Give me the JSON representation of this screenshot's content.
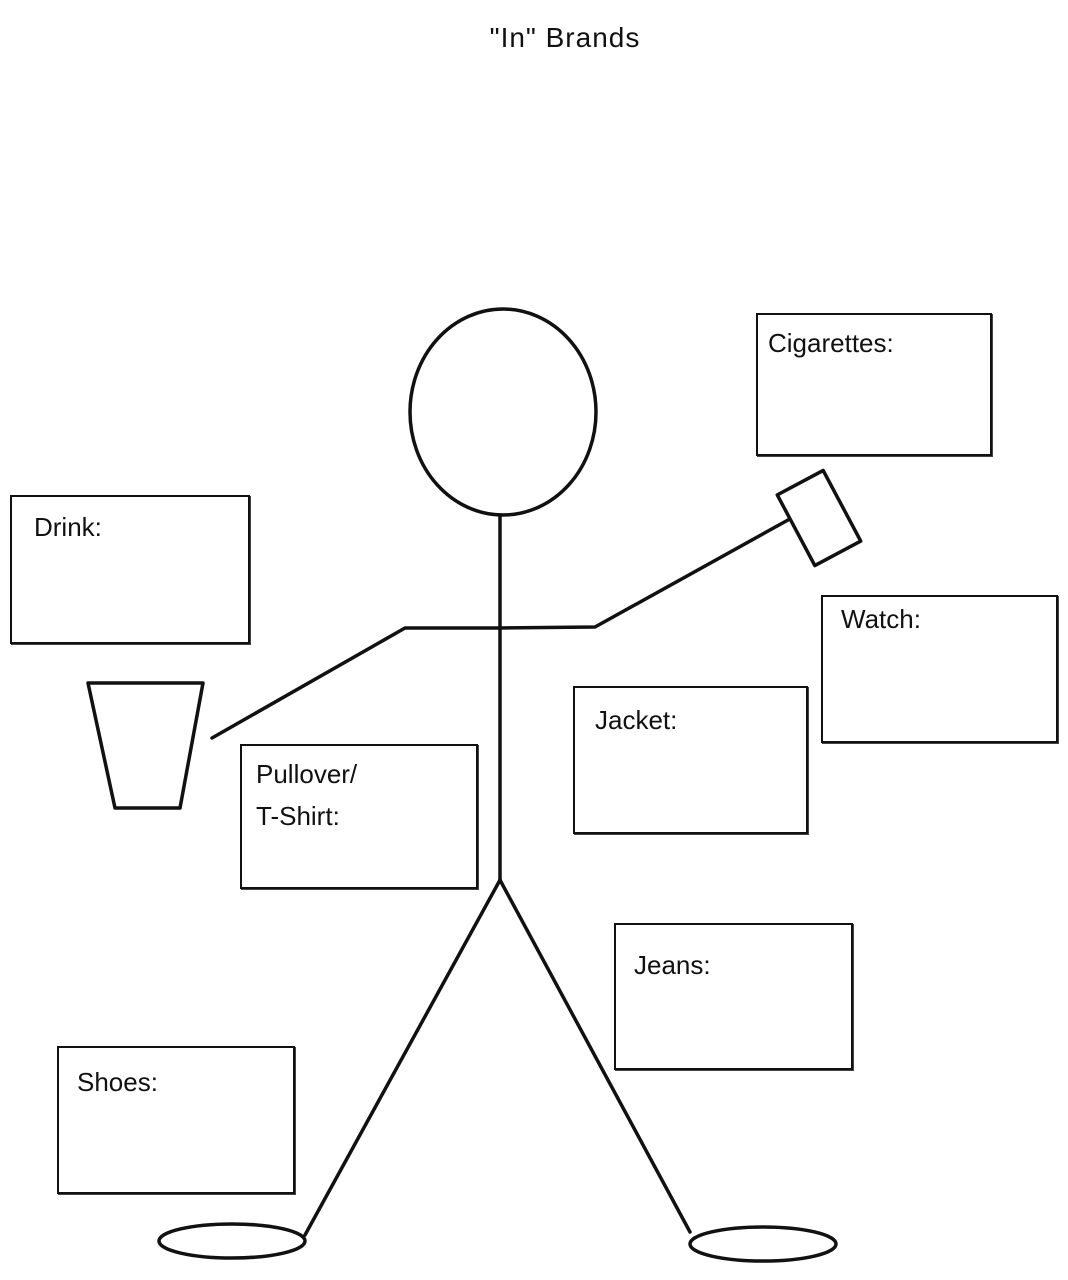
{
  "title": "\"In\" Brands",
  "labels": {
    "cigarettes": "Cigarettes:",
    "drink": "Drink:",
    "watch": "Watch:",
    "jacket": "Jacket:",
    "pullover": "Pullover/\nT-Shirt:",
    "jeans": "Jeans:",
    "shoes": "Shoes:"
  }
}
